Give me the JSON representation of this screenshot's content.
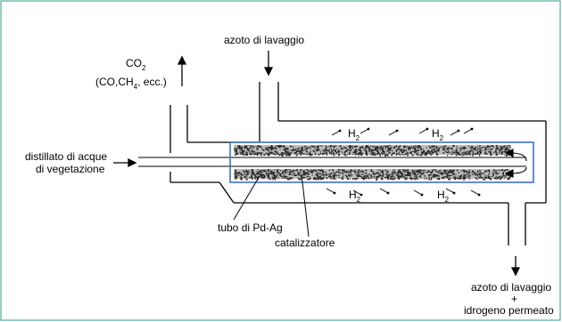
{
  "labels": {
    "co2": "CO",
    "co2_sub": "2",
    "co2_paren_a": "(CO,CH",
    "co2_paren_sub": "4",
    "co2_paren_b": ", ecc.)",
    "azoto_top": "azoto di lavaggio",
    "distillato_line1": "distillato di acque",
    "distillato_line2": "di vegetazione",
    "tubo": "tubo di Pd-Ag",
    "catalizzatore": "catalizzatore",
    "azoto_bottom": "azoto di lavaggio",
    "plus": "+",
    "idrogeno": "idrogeno permeato",
    "h2_main": "H",
    "h2_sub": "2"
  },
  "colors": {
    "frame": "#2e9f86",
    "membrane_border": "#3a72c9",
    "line": "#000000",
    "catalyst": "#2a2a2a"
  }
}
